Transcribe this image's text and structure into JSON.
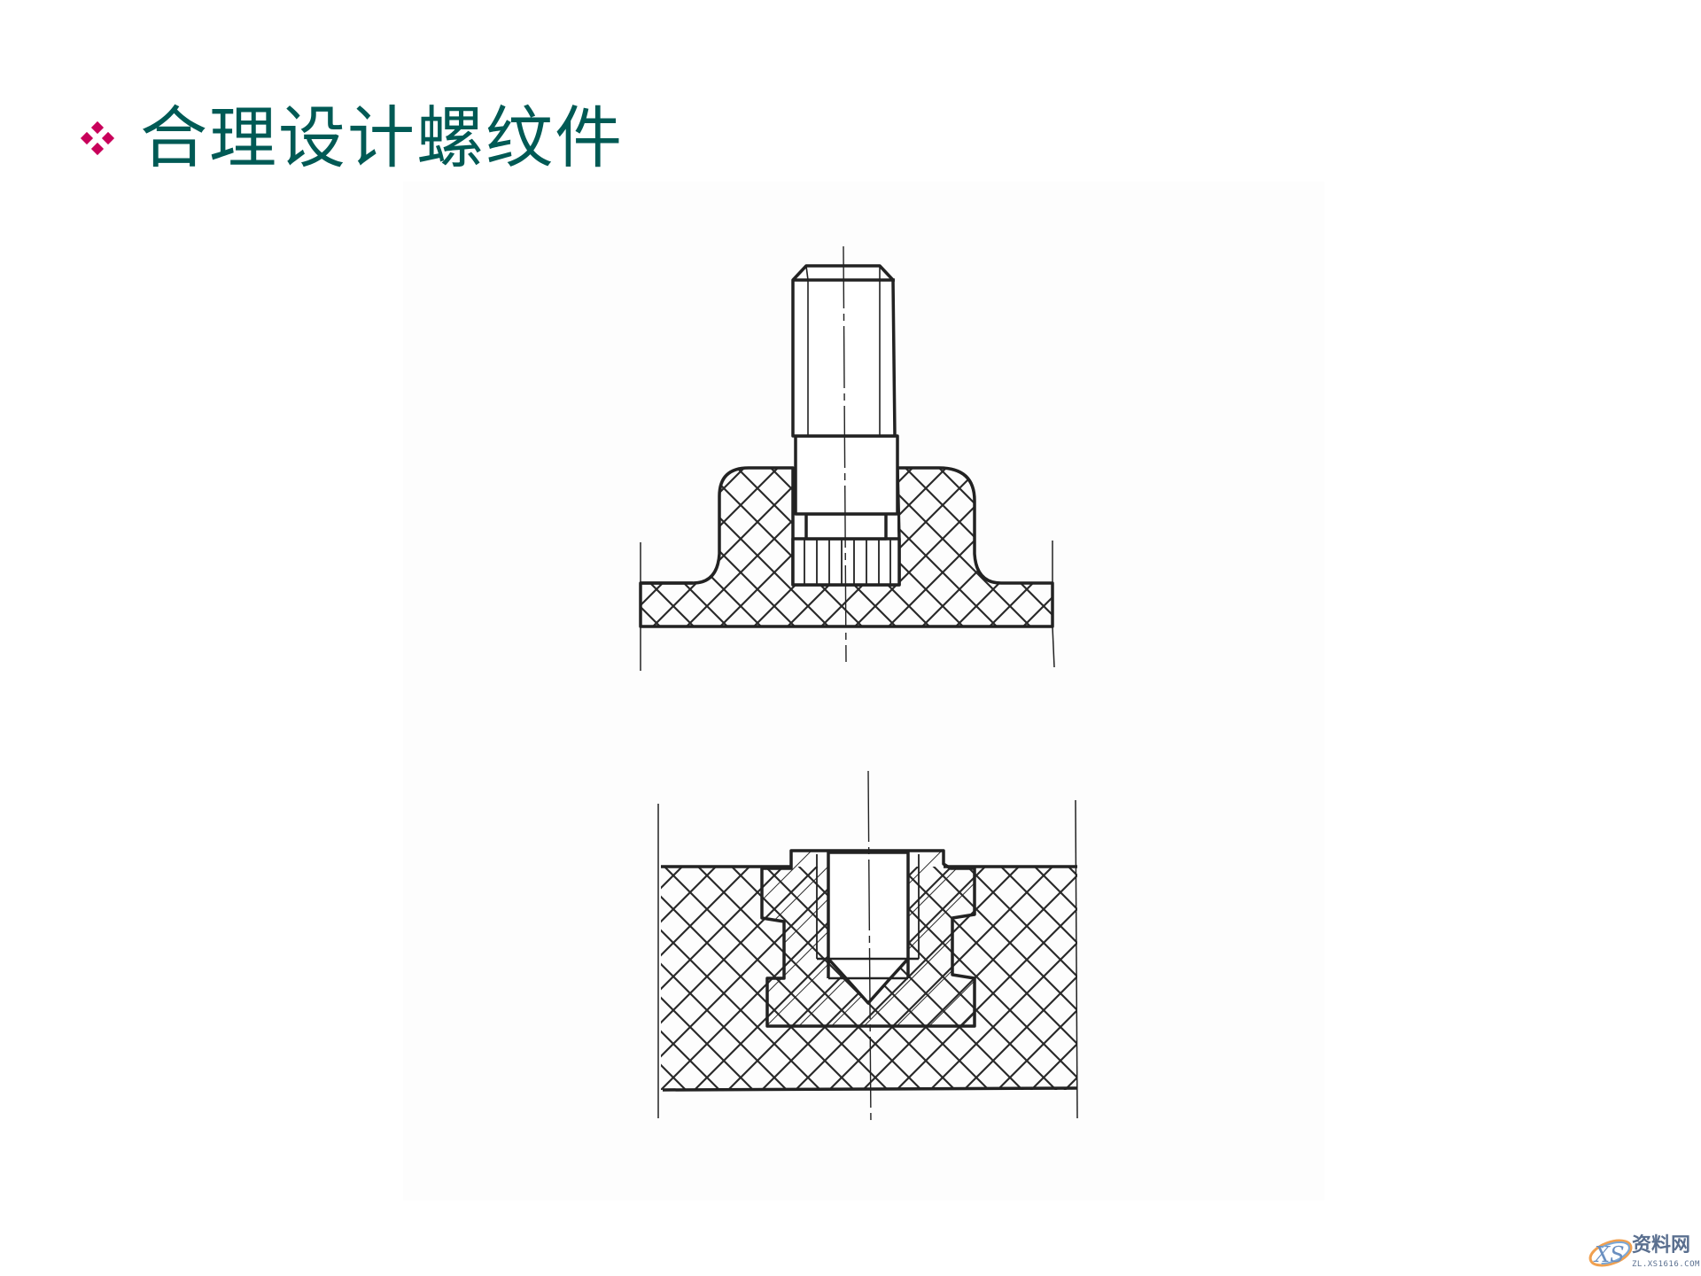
{
  "slide": {
    "title": "合理设计螺纹件",
    "bullet_icon": "four-diamond-bullet",
    "colors": {
      "title": "#005a55",
      "bullet": "#c8005a",
      "line": "#222222",
      "background": "#ffffff"
    }
  },
  "figures": [
    {
      "name": "top-figure",
      "description": "Threaded stud with knurled base molded into a raised boss on a plastic plate (cross-hatched section)"
    },
    {
      "name": "bottom-figure",
      "description": "Threaded metal insert with grooved outer profile embedded flush in a plastic part (cross-hatched section)"
    }
  ],
  "watermark": {
    "brand": "资料网",
    "url": "ZL.XS1616.COM",
    "logo_text": "XS"
  }
}
